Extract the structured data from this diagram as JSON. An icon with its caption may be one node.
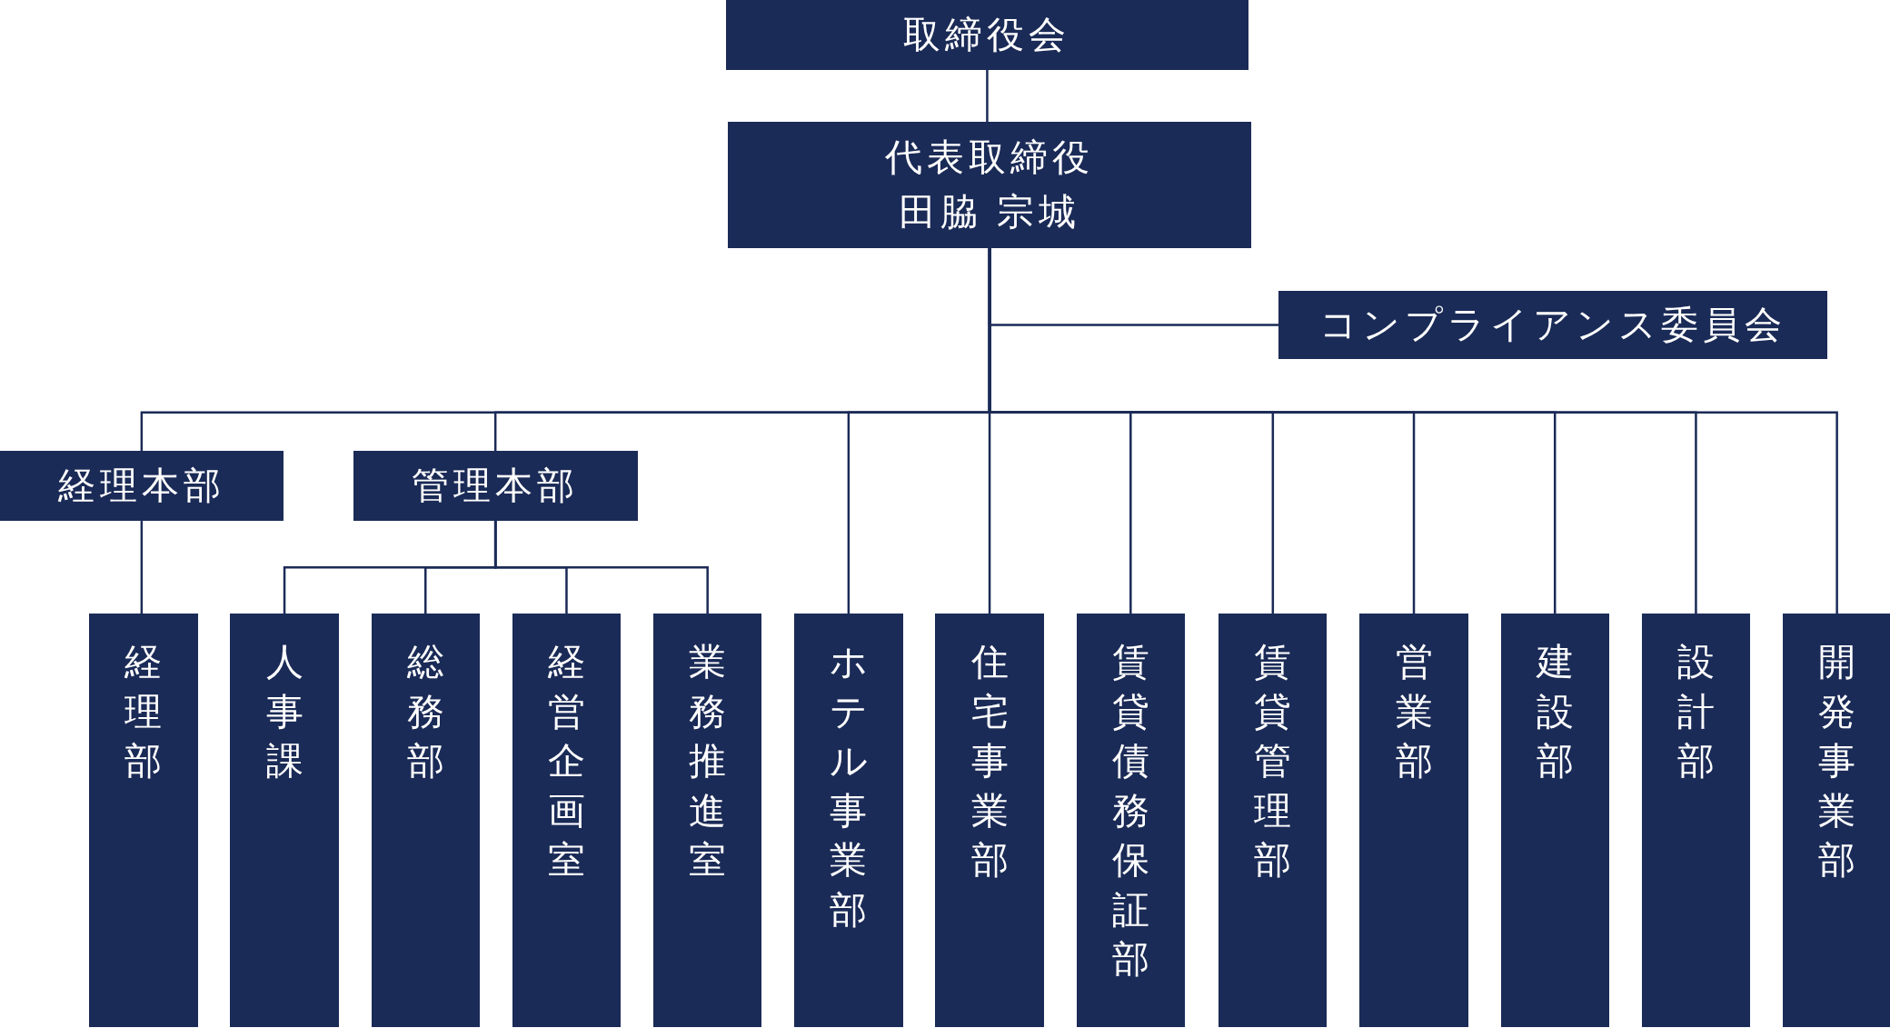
{
  "diagram": {
    "nodes": [
      {
        "text": [
          "取締役会"
        ]
      },
      {
        "text": [
          "代表取締役",
          "田脇 宗城"
        ]
      },
      {
        "text": [
          "コンプライアンス委員会"
        ]
      },
      {
        "text": [
          "経理本部"
        ]
      },
      {
        "text": [
          "管理本部"
        ]
      },
      {
        "text": [
          "経理部"
        ]
      },
      {
        "text": [
          "人事課"
        ]
      },
      {
        "text": [
          "総務部"
        ]
      },
      {
        "text": [
          "経営企画室"
        ]
      },
      {
        "text": [
          "業務推進室"
        ]
      },
      {
        "text": [
          "ホテル事業部"
        ]
      },
      {
        "text": [
          "住宅事業部"
        ]
      },
      {
        "text": [
          "賃貸債務保証部"
        ]
      },
      {
        "text": [
          "賃貸管理部"
        ]
      },
      {
        "text": [
          "営業部"
        ]
      },
      {
        "text": [
          "建設部"
        ]
      },
      {
        "text": [
          "設計部"
        ]
      },
      {
        "text": [
          "開発事業部"
        ]
      }
    ],
    "edges": [
      {
        "from": 0,
        "to": 1,
        "arrow": "none"
      },
      {
        "from": 1,
        "to": 2,
        "arrow": "none"
      },
      {
        "from": 1,
        "to": 3,
        "arrow": "none"
      },
      {
        "from": 1,
        "to": 4,
        "arrow": "none"
      },
      {
        "from": 1,
        "to": 10,
        "arrow": "none"
      },
      {
        "from": 1,
        "to": 11,
        "arrow": "none"
      },
      {
        "from": 1,
        "to": 12,
        "arrow": "none"
      },
      {
        "from": 1,
        "to": 13,
        "arrow": "none"
      },
      {
        "from": 1,
        "to": 14,
        "arrow": "none"
      },
      {
        "from": 1,
        "to": 15,
        "arrow": "none"
      },
      {
        "from": 1,
        "to": 16,
        "arrow": "none"
      },
      {
        "from": 1,
        "to": 17,
        "arrow": "none"
      },
      {
        "from": 3,
        "to": 5,
        "arrow": "none"
      },
      {
        "from": 4,
        "to": 6,
        "arrow": "none"
      },
      {
        "from": 4,
        "to": 7,
        "arrow": "none"
      },
      {
        "from": 4,
        "to": 8,
        "arrow": "none"
      },
      {
        "from": 4,
        "to": 9,
        "arrow": "none"
      }
    ]
  }
}
